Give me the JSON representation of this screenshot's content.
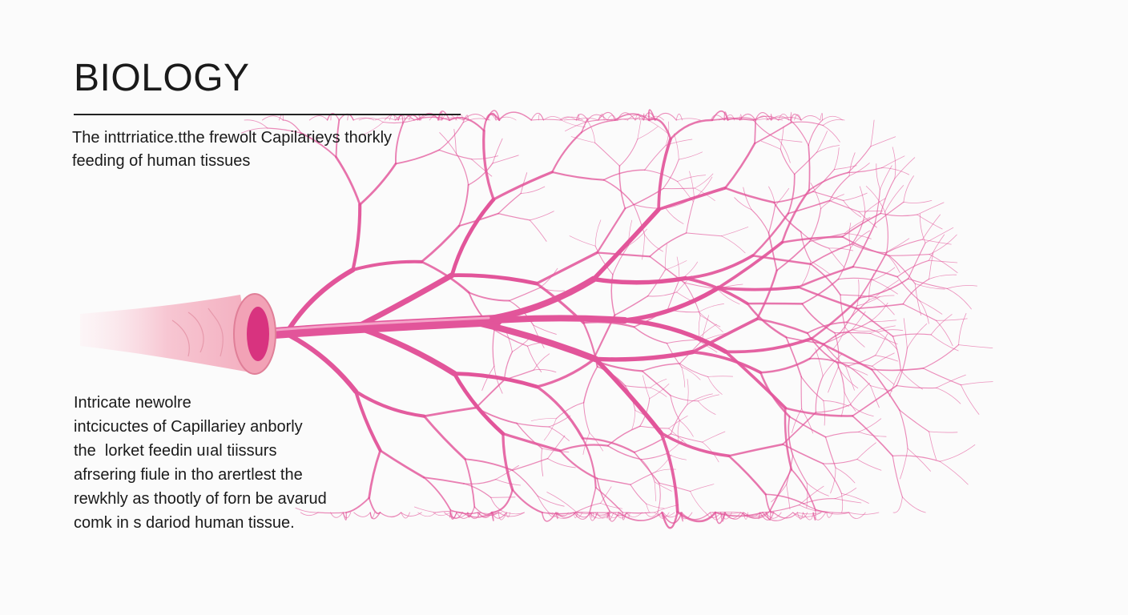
{
  "heading": "BIOLOGY",
  "subtitle": "The inttrriatice.tthe frewolt Capilarieys thorkly\nfeeding of human tissues",
  "body_text": "Intricate newolre\nintcicuctes of Capillariey anborly\nthe  lorket feedin uıal tiissurs\nafrsering fiule in tho arertlest the\nrewkhly as thootly of forn be avarud\ncomk in s dariod human tissue.",
  "colors": {
    "vessel": "#e2559a",
    "vessel_light": "#f4a3c8",
    "artery_tube": "#f6c2cf",
    "text": "#1a1a1a"
  }
}
